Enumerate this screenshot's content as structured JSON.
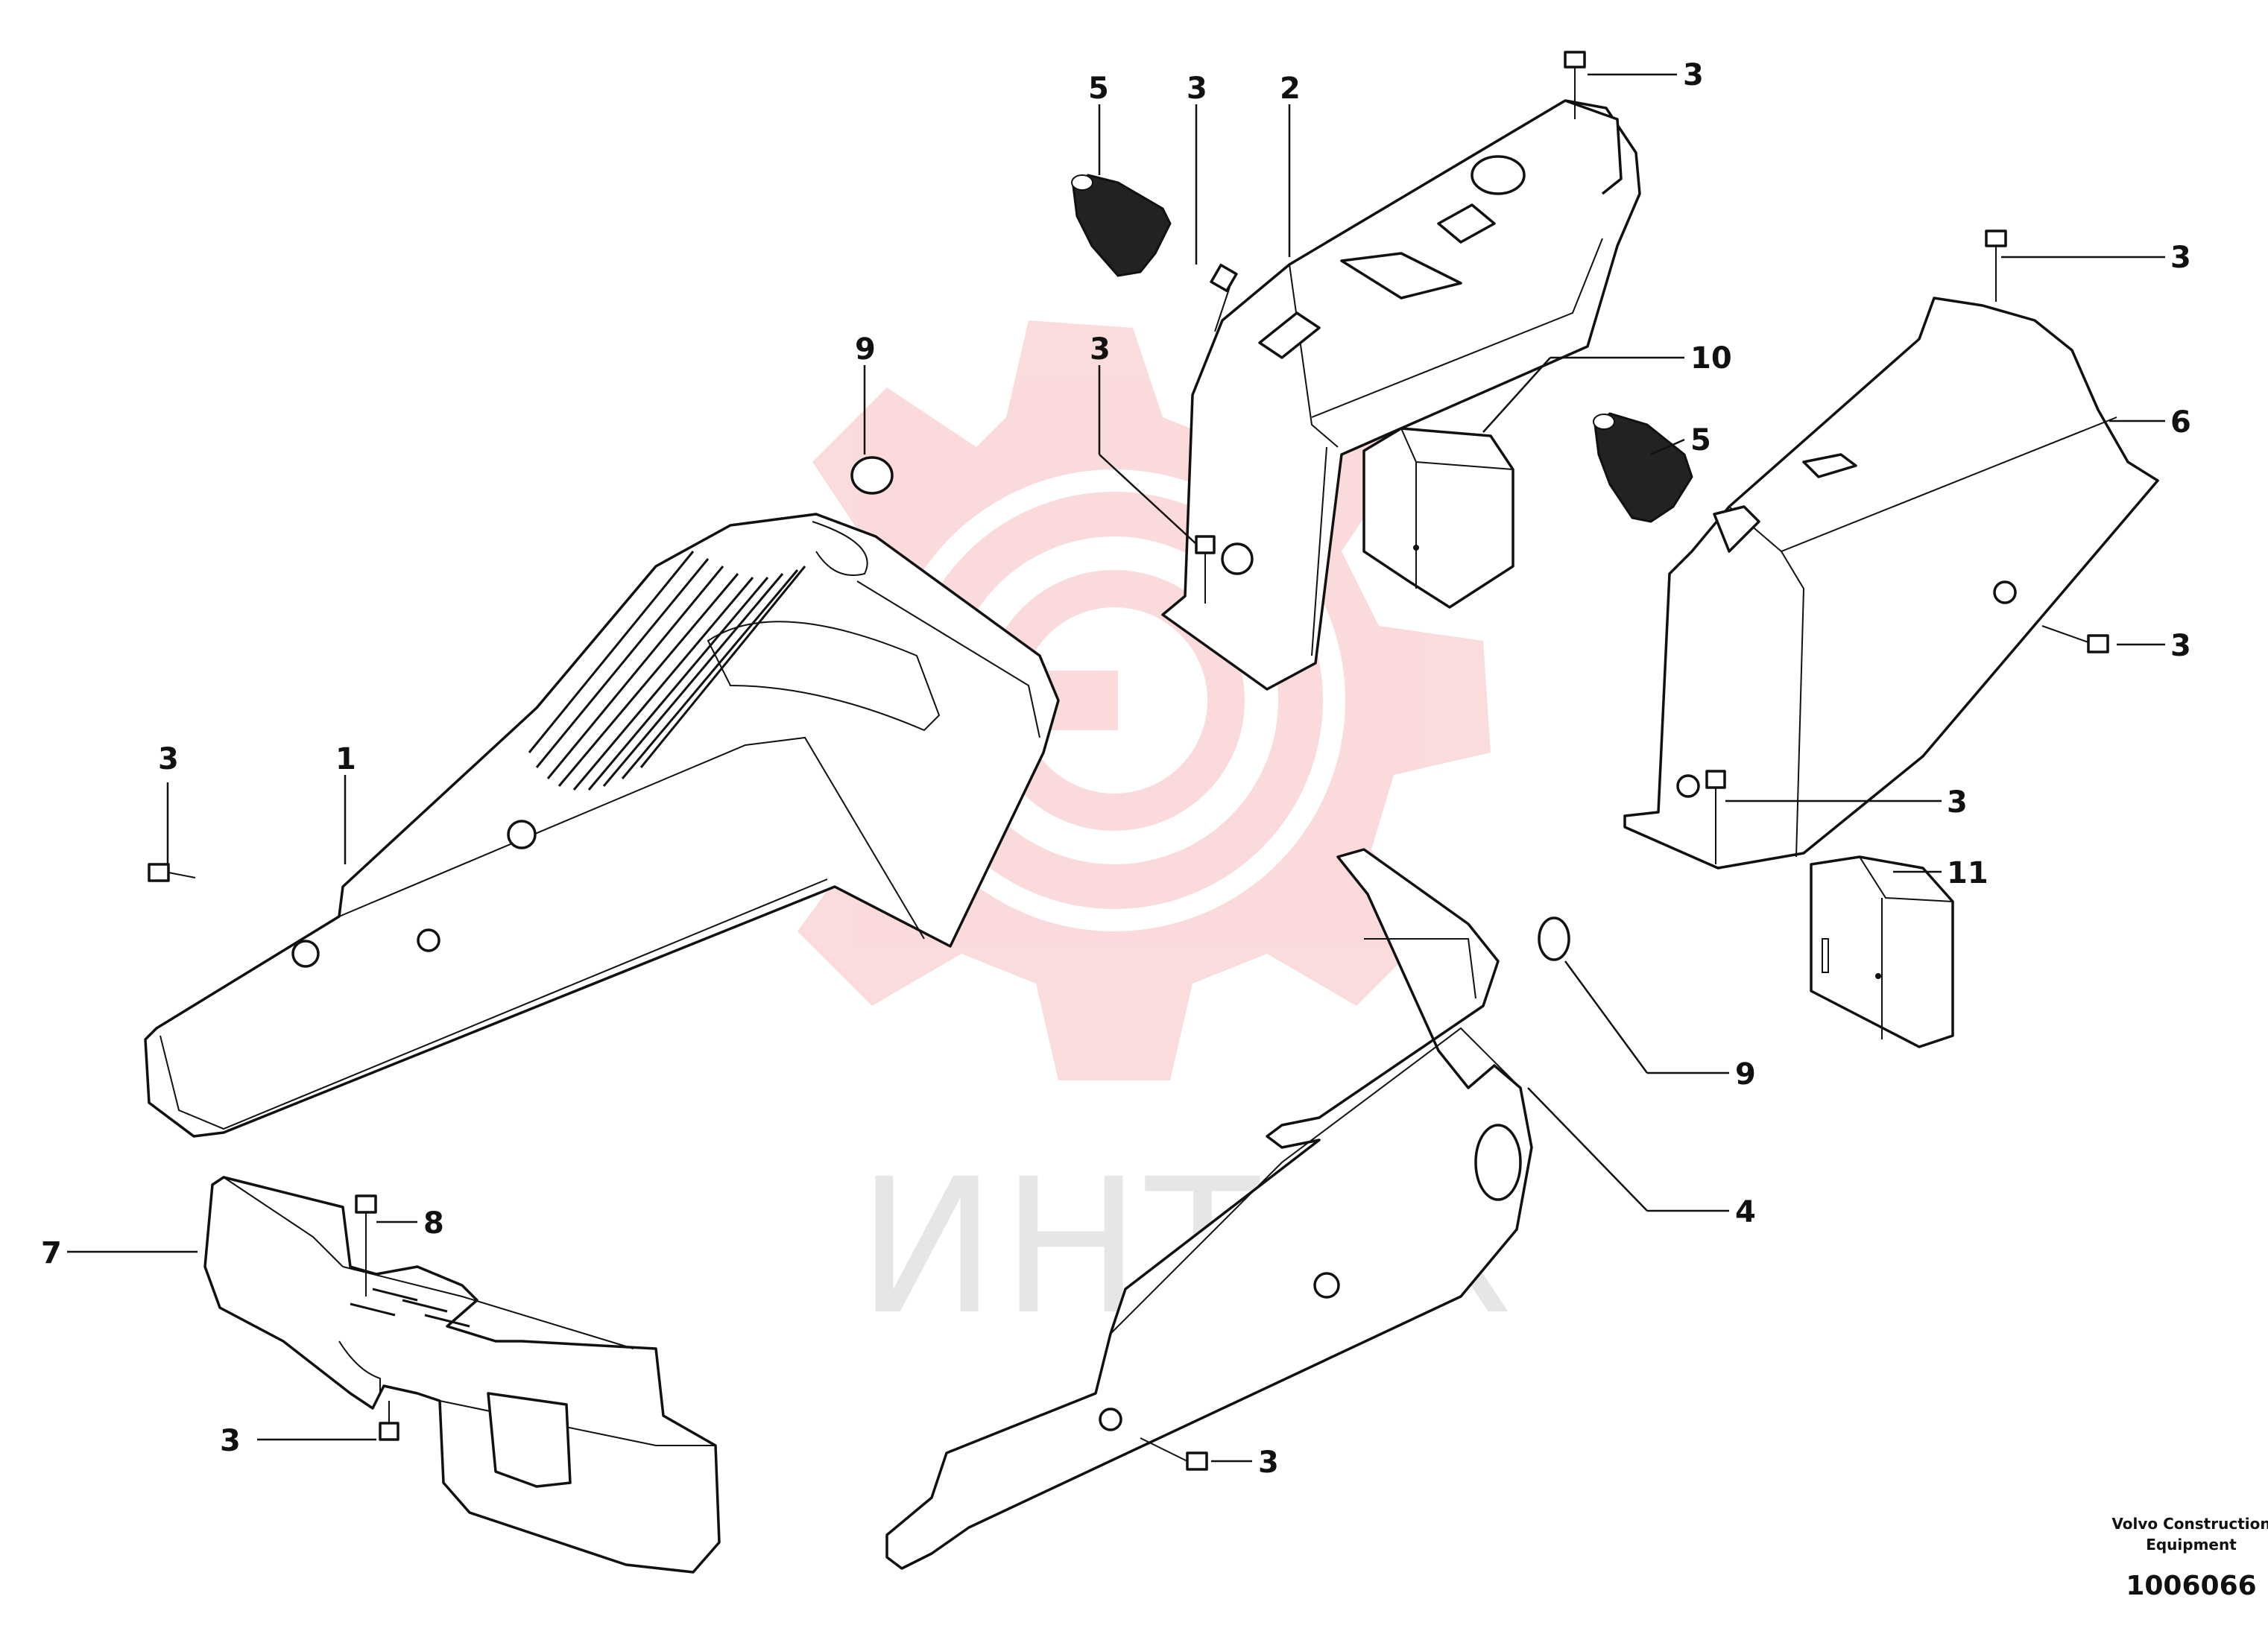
{
  "watermark": {
    "text": "ИНТЕХ",
    "logo_color": "#e8232a",
    "text_color": "#9a9a9a"
  },
  "publisher": {
    "line1": "Volvo Construction",
    "line2": "Equipment"
  },
  "document_number": "1006066",
  "callouts": [
    {
      "id": "c5a",
      "label": "5"
    },
    {
      "id": "c3a",
      "label": "3"
    },
    {
      "id": "c2",
      "label": "2"
    },
    {
      "id": "c3b",
      "label": "3"
    },
    {
      "id": "c9a",
      "label": "9"
    },
    {
      "id": "c3c",
      "label": "3"
    },
    {
      "id": "c10",
      "label": "10"
    },
    {
      "id": "c3d",
      "label": "3"
    },
    {
      "id": "c6",
      "label": "6"
    },
    {
      "id": "c5b",
      "label": "5"
    },
    {
      "id": "c3e",
      "label": "3"
    },
    {
      "id": "c3f",
      "label": "3"
    },
    {
      "id": "c1",
      "label": "1"
    },
    {
      "id": "c3g",
      "label": "3"
    },
    {
      "id": "c11",
      "label": "11"
    },
    {
      "id": "c9b",
      "label": "9"
    },
    {
      "id": "c4",
      "label": "4"
    },
    {
      "id": "c7",
      "label": "7"
    },
    {
      "id": "c8",
      "label": "8"
    },
    {
      "id": "c3h",
      "label": "3"
    },
    {
      "id": "c3i",
      "label": "3"
    }
  ]
}
